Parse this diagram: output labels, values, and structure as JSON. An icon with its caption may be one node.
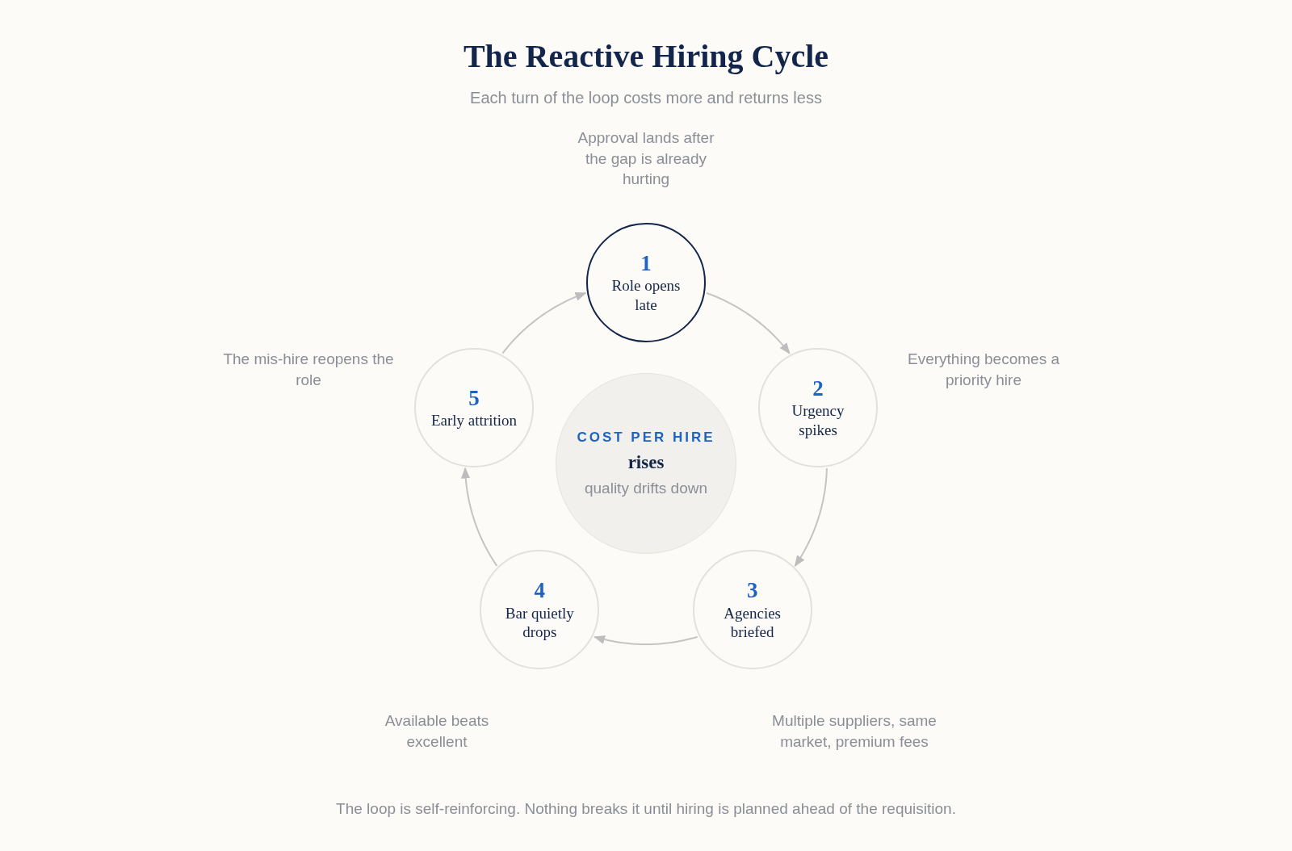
{
  "diagram": {
    "title": "The Reactive Hiring Cycle",
    "caption": "The loop is self-reinforcing. Nothing breaks it until hiring is planned ahead of the requisition.",
    "labels": [
      "Each turn of the loop costs more and returns less"
    ],
    "nodes": [
      {
        "text": [
          "1",
          "Role opens late"
        ],
        "beside": [
          "Approval lands after the gap is already hurting"
        ]
      },
      {
        "text": [
          "2",
          "Urgency spikes"
        ],
        "beside": [
          "Everything becomes a priority hire"
        ]
      },
      {
        "text": [
          "3",
          "Agencies briefed"
        ],
        "beside": [
          "Multiple suppliers, same market, premium fees"
        ]
      },
      {
        "text": [
          "4",
          "Bar quietly drops"
        ],
        "beside": [
          "Available beats excellent"
        ]
      },
      {
        "text": [
          "5",
          "Early attrition"
        ],
        "beside": [
          "The mis-hire reopens the role"
        ]
      },
      {
        "text": [
          "COST PER HIRE",
          "rises",
          "quality drifts down"
        ]
      }
    ],
    "edges": [
      {
        "from": 0,
        "to": 1,
        "arrow": "to"
      },
      {
        "from": 1,
        "to": 2,
        "arrow": "to"
      },
      {
        "from": 2,
        "to": 3,
        "arrow": "to"
      },
      {
        "from": 3,
        "to": 4,
        "arrow": "to"
      },
      {
        "from": 4,
        "to": 0,
        "arrow": "to"
      }
    ]
  }
}
